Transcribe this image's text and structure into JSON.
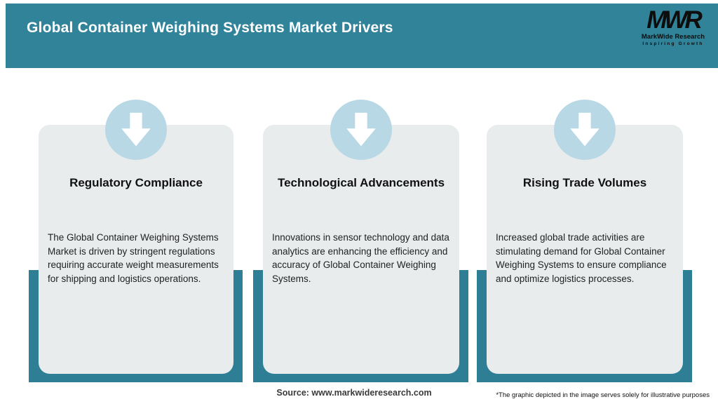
{
  "header": {
    "title": "Global Container Weighing Systems Market Drivers",
    "logo": {
      "acronym": "MWR",
      "name": "MarkWide Research",
      "tagline": "Inspiring Growth"
    }
  },
  "cards": [
    {
      "icon": "down-arrow-icon",
      "title": "Regulatory Compliance",
      "body": "The Global Container Weighing Systems Market is driven by stringent regulations requiring accurate weight measurements for shipping and logistics operations."
    },
    {
      "icon": "down-arrow-icon",
      "title": "Technological Advancements",
      "body": "Innovations in sensor technology and data analytics are enhancing the efficiency and accuracy of Global Container Weighing Systems."
    },
    {
      "icon": "down-arrow-icon",
      "title": "Rising Trade Volumes",
      "body": "Increased global trade activities are stimulating demand for Global Container Weighing Systems to ensure compliance and optimize logistics processes."
    }
  ],
  "footer": {
    "source": "Source: www.markwideresearch.com",
    "disclaimer": "*The graphic depicted in the image serves solely for illustrative purposes"
  },
  "colors": {
    "header_teal": "#318399",
    "backing_teal": "#2e7f96",
    "card_gray": "#e8eced",
    "badge_blue": "#b9d8e5",
    "title_white": "#ffffff"
  }
}
